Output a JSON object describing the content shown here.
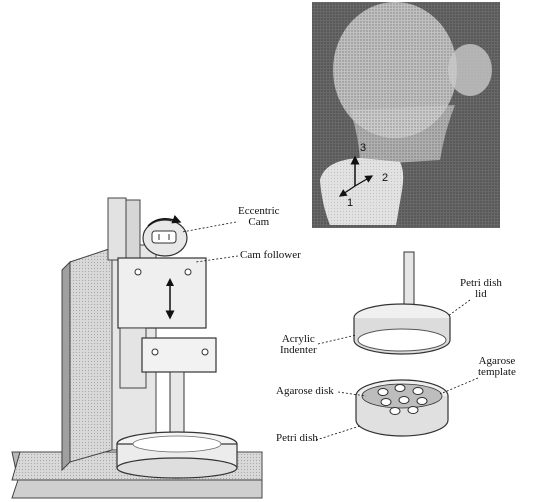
{
  "labels": {
    "eccentric_cam": [
      "Eccentric",
      "Cam"
    ],
    "cam_follower": "Cam follower",
    "petri_dish_lid": [
      "Petri dish",
      "lid"
    ],
    "acrylic_indenter": [
      "Acrylic",
      "Indenter"
    ],
    "agarose_template": [
      "Agarose",
      "template"
    ],
    "agarose_disk": "Agarose disk",
    "petri_dish": "Petri dish"
  },
  "axis_numbers": {
    "one": "1",
    "two": "2",
    "three": "3"
  }
}
